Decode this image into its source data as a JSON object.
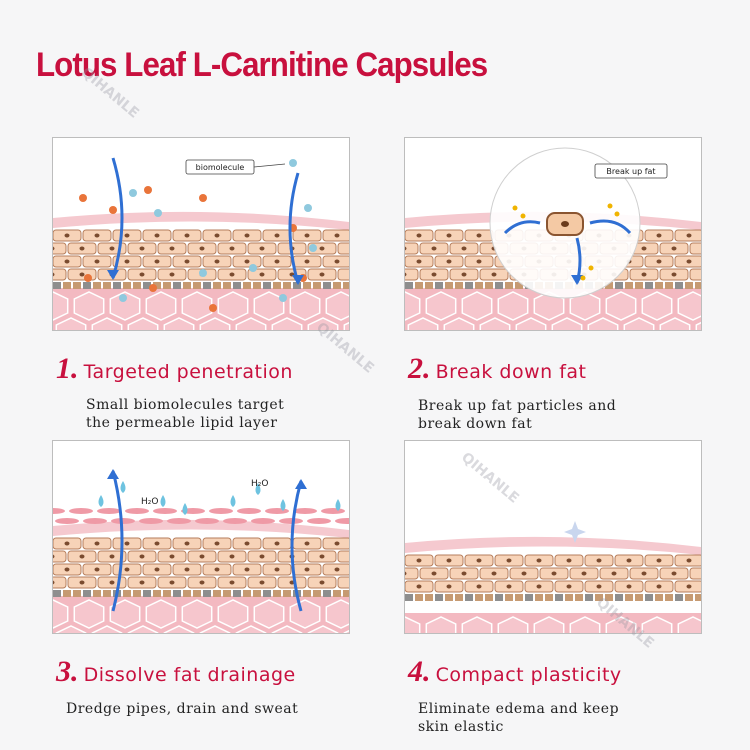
{
  "title": "Lotus Leaf L-Carnitine Capsules",
  "watermark": "QIHANLE",
  "colors": {
    "title": "#c8103e",
    "skin_pink": "#f5c9cf",
    "cell_fill": "#f7d3b8",
    "cell_border": "#b67e5c",
    "arrow_blue": "#2f6fd3",
    "molecule_orange": "#e9743a",
    "molecule_blue": "#8fc9de"
  },
  "panels": [
    {
      "number": "1.",
      "heading": "Targeted penetration",
      "description": [
        "Small biomolecules target",
        "the permeable lipid layer"
      ],
      "callout": "biomolecule"
    },
    {
      "number": "2.",
      "heading": "Break down fat",
      "description": [
        "Break up fat particles and",
        "break down fat"
      ],
      "callout": "Break up fat"
    },
    {
      "number": "3.",
      "heading": "Dissolve fat drainage",
      "description": [
        "Dredge pipes, drain and sweat"
      ],
      "water_labels": [
        "H₂O",
        "H₂O"
      ]
    },
    {
      "number": "4.",
      "heading": "Compact plasticity",
      "description": [
        "Eliminate edema and keep",
        "skin elastic"
      ]
    }
  ]
}
